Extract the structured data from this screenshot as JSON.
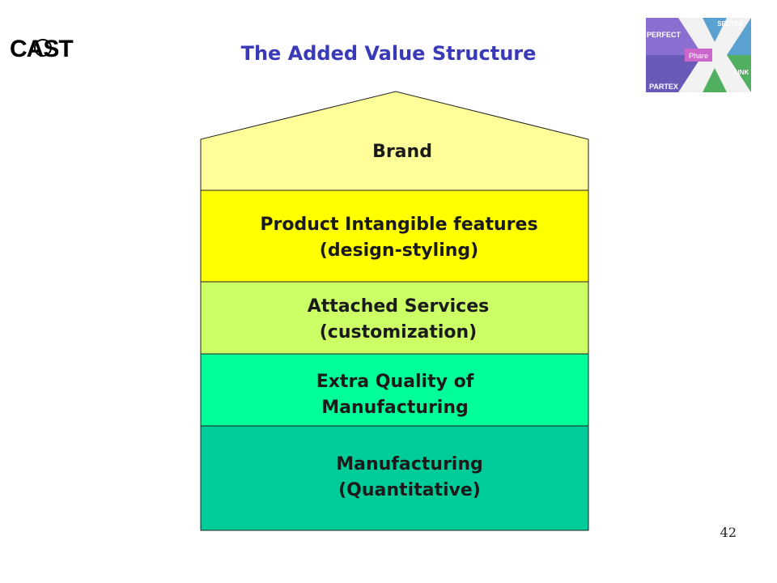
{
  "title": "The Added Value Structure",
  "logos": {
    "cast": {
      "text": "CAST"
    },
    "phare": {
      "top": "SEETEX",
      "left": "PERFECT",
      "center": "Phare",
      "right": "LINK",
      "bottom": "PARTEX"
    }
  },
  "layers": [
    {
      "id": "brand",
      "lines": [
        "Brand"
      ],
      "color": "#ffff99"
    },
    {
      "id": "intangible",
      "lines": [
        "Product Intangible features",
        "(design-styling)"
      ],
      "color": "#ffff00"
    },
    {
      "id": "services",
      "lines": [
        "Attached Services",
        "(customization)"
      ],
      "color": "#ccff66"
    },
    {
      "id": "extra-quality",
      "lines": [
        "Extra Quality of",
        "Manufacturing"
      ],
      "color": "#00ff99"
    },
    {
      "id": "manufacturing",
      "lines": [
        "Manufacturing",
        "(Quantitative)"
      ],
      "color": "#00cc99"
    }
  ],
  "page_number": "42"
}
